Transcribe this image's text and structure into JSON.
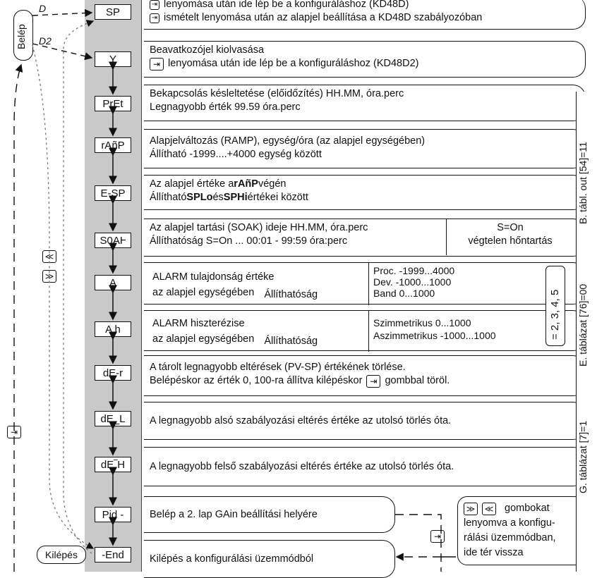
{
  "left": {
    "belep": "Belép",
    "d": "D",
    "d2": "D2",
    "kilepes": "Kilépés",
    "up_icon": "up-icon",
    "down_icon": "down-icon",
    "enter_icon": "enter-icon"
  },
  "codes": [
    "SP",
    "Y",
    "PrEt",
    "rAñP",
    "E-SP",
    "S0AⱵ",
    "A",
    "A h",
    "dE-r",
    "dE_L",
    "dE‾H",
    "Pid -",
    "-End"
  ],
  "rows": {
    "sp": {
      "line1": "lenyomása után ide lép be a konfiguráláshoz (KD48D)",
      "line2": "ismételt lenyomása után az alapjel beállítása a KD48D szabályozóban"
    },
    "y": {
      "line1": "Beavatkozójel kiolvasása",
      "line2": "lenyomása után ide lép be a konfiguráláshoz (KD48D2)"
    },
    "pret": {
      "line1": "Bekapcsolás késleltetése (előidőzítés) HH.MM, óra.perc",
      "line2": "Legnagyobb érték 99.59   óra.perc"
    },
    "ramp": {
      "line1": "Alapjelváltozás (RAMP), egység/óra (az alapjel egységében)",
      "line2": "Állítható -1999....+4000 egység között"
    },
    "esp": {
      "line1a": "Az alapjel értéke a ",
      "line1b": "rAñP",
      "line1c": " végén",
      "line2a": "Állítható ",
      "line2b": "SPLo",
      "line2c": " és ",
      "line2d": "SPHi",
      "line2e": " értékei között"
    },
    "soak": {
      "line1": "Az alapjel tartási (SOAK) ideje  HH.MM, óra.perc",
      "line2": "Állíthatóság  S=On ... 00:01 - 99:59  óra:perc",
      "right1": "S=On",
      "right2": "végtelen hőntartás"
    },
    "alarm": {
      "line1": "ALARM tulajdonság értéke",
      "line2": "az alapjel egységében",
      "adj": "Állíthatóság",
      "r1": "Proc. -1999...4000",
      "r2": "Dev.  -1000...1000",
      "r3": "Band   0...1000"
    },
    "hyst": {
      "line1": "ALARM hiszterézise",
      "line2": "az alapjel egységében",
      "adj": "Állíthatóság",
      "r1": "Szimmetrikus        0...1000",
      "r2": "Aszimmetrikus -1000...1000"
    },
    "der": {
      "line1": "A tárolt legnagyobb eltérések (PV-SP) értékének törlése.",
      "line2a": "Belépéskor az érték 0, 100-ra állítva kilépéskor",
      "line2b": "gombbal töröl."
    },
    "del": {
      "line1": "A legnagyobb alsó szabályozási eltérés értéke az utolsó törlés óta."
    },
    "deh": {
      "line1": "A legnagyobb felső szabályozási eltérés értéke az utolsó törlés óta."
    },
    "pid": {
      "line1": "Belép a 2. lap  GAin  beállítási helyére"
    },
    "end": {
      "line1": "Kilépés a konfigurálási üzemmódból"
    }
  },
  "note": {
    "l1": "gombokat",
    "l2": "lenyomva a konfigu-",
    "l3": "rálási üzemmódban,",
    "l4": "ide tér vissza"
  },
  "side": {
    "b": "B. tábl. out [54]=11",
    "e": "E. táblázat [76]=00",
    "g": "G. táblázat [7]=1",
    "alarm_values": "= 2, 3, 4, 5"
  }
}
